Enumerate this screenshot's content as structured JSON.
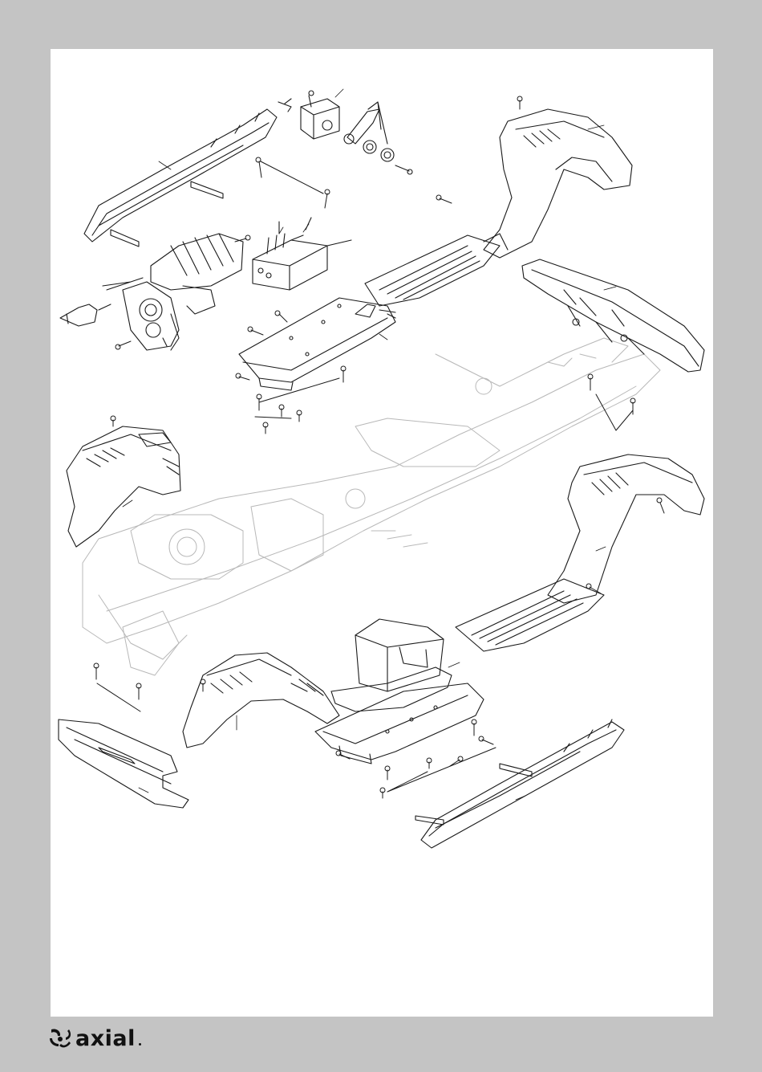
{
  "page": {
    "background": "#c4c4c4",
    "paper": "#ffffff",
    "line_color": "#1a1a1a",
    "ghost_color": "#b8b8b8"
  },
  "footer": {
    "brand": "axial",
    "logo_icon": "axial-swirl-icon"
  },
  "diagram": {
    "parts": [
      "left-rock-slider-rear",
      "steering-servo",
      "servo-horn-and-saver",
      "transmission-motor-assembly",
      "receiver-box",
      "electronics-tray",
      "rear-inner-fender-right",
      "rear-bumper",
      "chassis-frame-ghost",
      "front-inner-fender-left",
      "rear-inner-fender-left",
      "front-bumper",
      "front-inner-fender-right",
      "battery-tray-assembly",
      "right-rock-slider"
    ]
  }
}
